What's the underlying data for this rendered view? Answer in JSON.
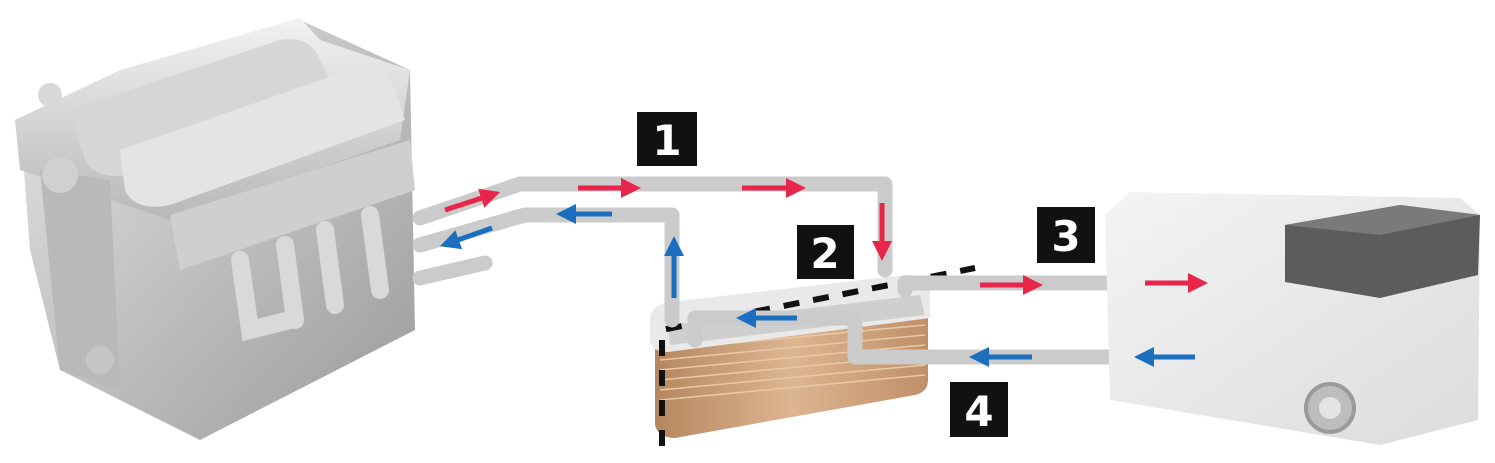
{
  "labels": {
    "one": "1",
    "two": "2",
    "three": "3",
    "four": "4"
  },
  "colors": {
    "hot": "#e8254a",
    "cold": "#1c6fbe",
    "pipe": "#cbcbcb",
    "label_bg": "#111111",
    "copper": "#c99a70"
  }
}
